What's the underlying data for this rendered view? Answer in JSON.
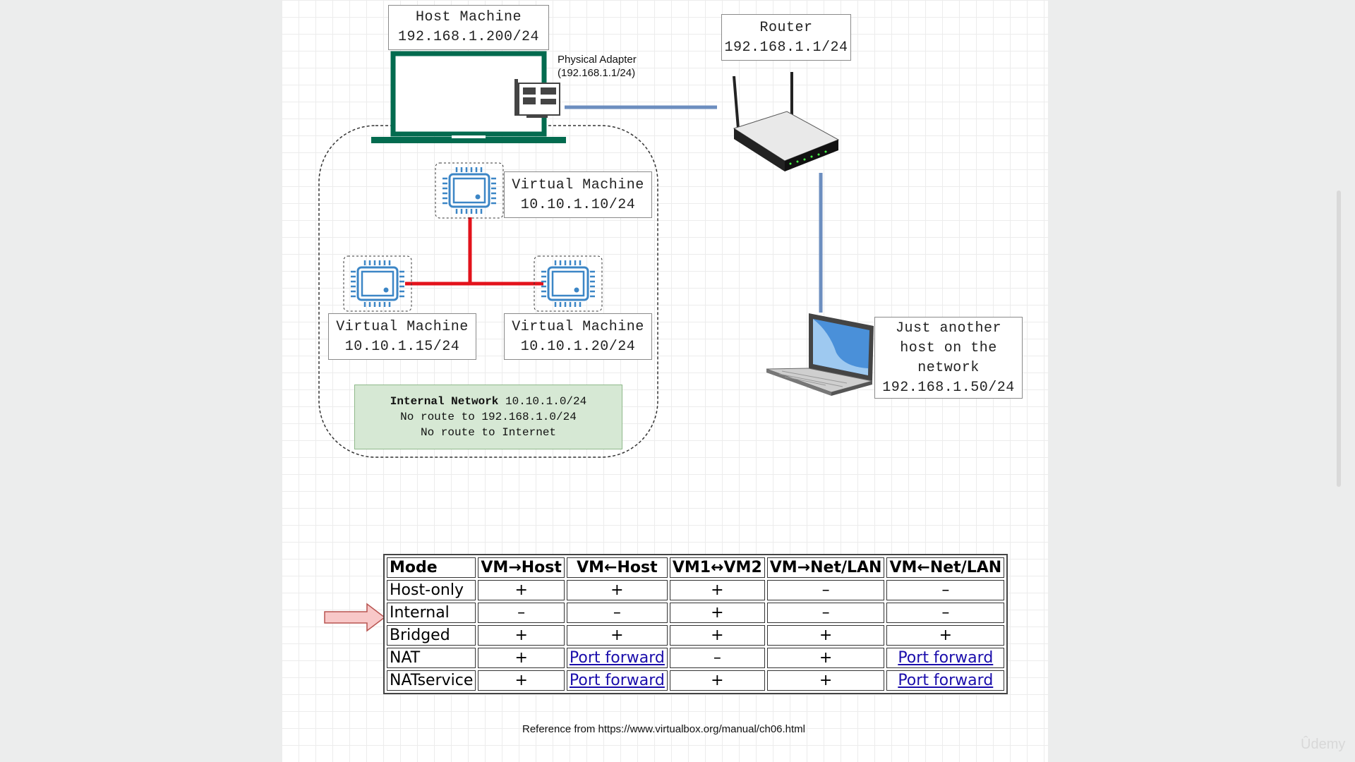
{
  "diagram": {
    "host_machine": {
      "title": "Host Machine",
      "ip": "192.168.1.200/24"
    },
    "router": {
      "title": "Router",
      "ip": "192.168.1.1/24"
    },
    "physical_adapter": {
      "line1": "Physical Adapter",
      "line2": "(192.168.1.1/24)"
    },
    "vm_top": {
      "title": "Virtual Machine",
      "ip": "10.10.1.10/24"
    },
    "vm_left": {
      "title": "Virtual Machine",
      "ip": "10.10.1.15/24"
    },
    "vm_right": {
      "title": "Virtual Machine",
      "ip": "10.10.1.20/24"
    },
    "other_host": {
      "line1": "Just another",
      "line2": "host on the",
      "line3": "network",
      "ip": "192.168.1.50/24"
    },
    "internal_note": {
      "label_bold": "Internal Network",
      "label_net": "10.10.1.0/24",
      "line2": "No route to 192.168.1.0/24",
      "line3": "No route to Internet"
    },
    "colors": {
      "vm_link": "#e3121b",
      "lan_link": "#6c8ebf",
      "laptop_frame": "#036b4f",
      "chip": "#3c86c6",
      "note_fill": "#d6e8d4",
      "arrow_fill": "#f8c8c8",
      "arrow_stroke": "#b85450"
    },
    "icons": [
      "laptop-icon",
      "network-card-icon",
      "router-icon",
      "cpu-chip-icon",
      "notebook-icon",
      "arrow-right-icon"
    ]
  },
  "table": {
    "headers": [
      "Mode",
      "VM→Host",
      "VM←Host",
      "VM1↔VM2",
      "VM→Net/LAN",
      "VM←Net/LAN"
    ],
    "rows": [
      {
        "mode": "Host-only",
        "cells": [
          "+",
          "+",
          "+",
          "–",
          "–"
        ]
      },
      {
        "mode": "Internal",
        "cells": [
          "–",
          "–",
          "+",
          "–",
          "–"
        ]
      },
      {
        "mode": "Bridged",
        "cells": [
          "+",
          "+",
          "+",
          "+",
          "+"
        ]
      },
      {
        "mode": "NAT",
        "cells": [
          "+",
          "Port forward",
          "–",
          "+",
          "Port forward"
        ]
      },
      {
        "mode": "NATservice",
        "cells": [
          "+",
          "Port forward",
          "+",
          "+",
          "Port forward"
        ]
      }
    ],
    "highlighted_row": "Internal"
  },
  "reference": "Reference from https://www.virtualbox.org/manual/ch06.html",
  "branding": "Ûdemy"
}
